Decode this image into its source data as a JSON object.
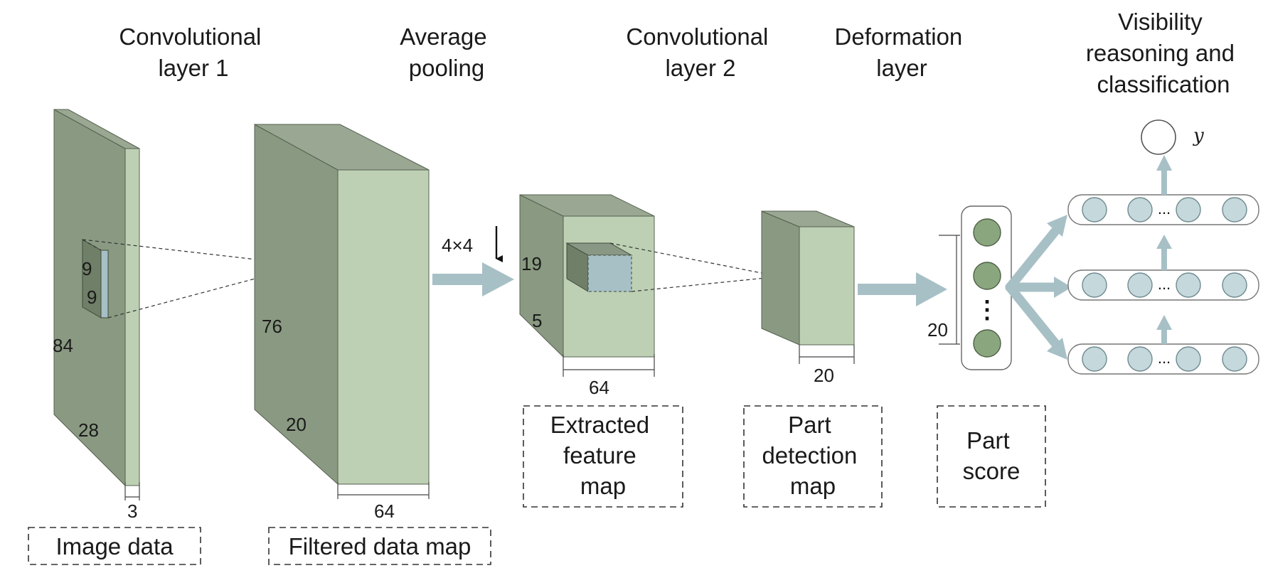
{
  "stages": {
    "conv1": [
      "Convolutional",
      "layer 1"
    ],
    "pool": [
      "Average",
      "pooling"
    ],
    "conv2": [
      "Convolutional",
      "layer 2"
    ],
    "deform": [
      "Deformation",
      "layer"
    ],
    "visibility": [
      "Visibility",
      "reasoning and",
      "classification"
    ]
  },
  "dims": {
    "image_height": "84",
    "image_width": "28",
    "image_depth": "3",
    "kernel1_h": "9",
    "kernel1_w": "9",
    "filtered_height": "76",
    "filtered_width": "20",
    "filtered_depth": "64",
    "pool_size": "4×4",
    "feature_height": "19",
    "feature_width": "5",
    "feature_depth": "64",
    "part_depth": "20",
    "score_count": "20"
  },
  "captions": {
    "image_data": [
      "Image data"
    ],
    "filtered_map": [
      "Filtered data map"
    ],
    "feature_map": [
      "Extracted",
      "feature",
      "map"
    ],
    "part_detection": [
      "Part",
      "detection",
      "map"
    ],
    "part_score": [
      "Part",
      "score"
    ]
  },
  "symbols": {
    "output": "y",
    "ellipsis": "...",
    "vertical_ellipsis": "⋮"
  },
  "colors": {
    "volume_side": "#8a9a82",
    "volume_front": "#bdd0b4",
    "arrow": "#a7c0c6",
    "unit": "#c5d8dc",
    "part_unit": "#8aa67e"
  }
}
